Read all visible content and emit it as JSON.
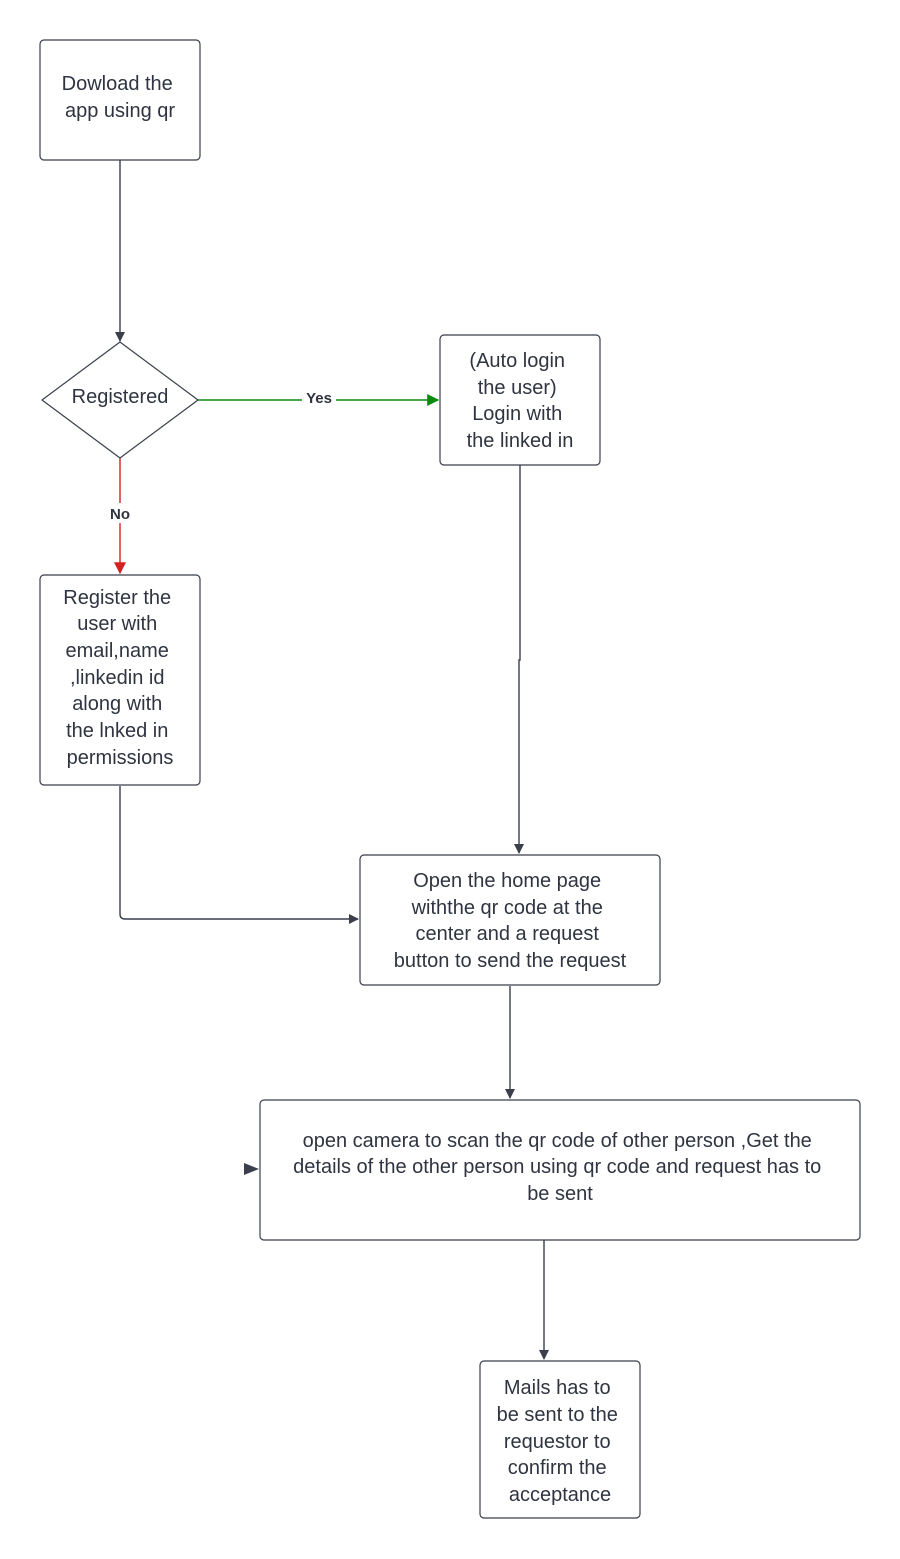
{
  "colors": {
    "node_stroke": "#3a3f4b",
    "text": "#2f3440",
    "default_edge": "#3a3f4b",
    "yes_edge": "#0b8a0b",
    "no_edge": "#d42020"
  },
  "nodes": {
    "download": {
      "shape": "rounded-rectangle",
      "lines": [
        "Dowload the",
        "app using qr"
      ]
    },
    "registered": {
      "shape": "diamond",
      "lines": [
        "Registered"
      ]
    },
    "auto_login": {
      "shape": "rounded-rectangle",
      "lines": [
        "(Auto login",
        "the user)",
        "Login with",
        "the linked in"
      ]
    },
    "register_user": {
      "shape": "rounded-rectangle",
      "lines": [
        "Register the",
        "user with",
        "email,name",
        ",linkedin id",
        "along with",
        "the lnked in",
        "permissions"
      ]
    },
    "home_page": {
      "shape": "rounded-rectangle",
      "lines": [
        "Open the home page",
        "withthe qr code at the",
        "center  and a request",
        "button to send the request"
      ]
    },
    "scan": {
      "shape": "rounded-rectangle",
      "lines": [
        "open camera to scan the qr code of other person ,Get the",
        "details of the other person using qr code and request has to",
        "be sent"
      ]
    },
    "mails": {
      "shape": "rounded-rectangle",
      "lines": [
        "Mails has to",
        "be sent to the",
        "requestor to",
        "confirm the",
        "acceptance"
      ]
    }
  },
  "edges": {
    "download_to_registered": {
      "from": "download",
      "to": "registered",
      "label": ""
    },
    "registered_yes": {
      "from": "registered",
      "to": "auto_login",
      "label": "Yes"
    },
    "registered_no": {
      "from": "registered",
      "to": "register_user",
      "label": "No"
    },
    "auto_login_to_home": {
      "from": "auto_login",
      "to": "home_page",
      "label": ""
    },
    "register_to_home": {
      "from": "register_user",
      "to": "home_page",
      "label": ""
    },
    "home_to_scan": {
      "from": "home_page",
      "to": "scan",
      "label": ""
    },
    "scan_to_mails": {
      "from": "scan",
      "to": "mails",
      "label": ""
    }
  }
}
